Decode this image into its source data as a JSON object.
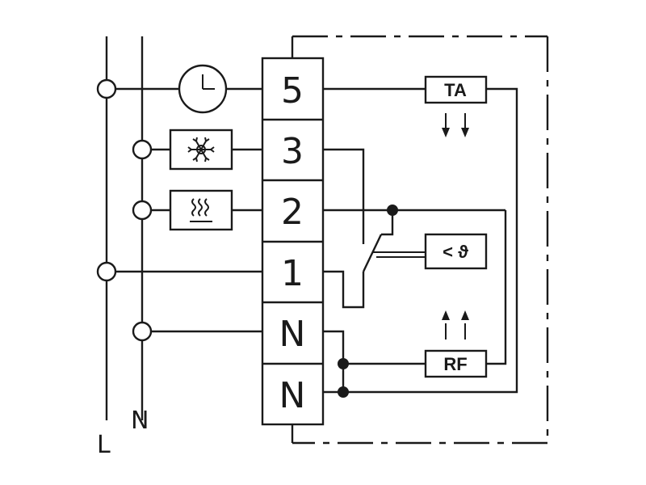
{
  "rails": {
    "live_label": "L",
    "neutral_label": "N"
  },
  "terminal_block": {
    "terminals": [
      "5",
      "3",
      "2",
      "1",
      "N",
      "N"
    ]
  },
  "devices": {
    "ta_label": "TA",
    "rf_label": "RF",
    "sensor_label": "< ϑ",
    "timer_icon": "clock-icon",
    "cooling_icon": "snowflake-icon",
    "heating_icon": "heating-waves-icon"
  }
}
